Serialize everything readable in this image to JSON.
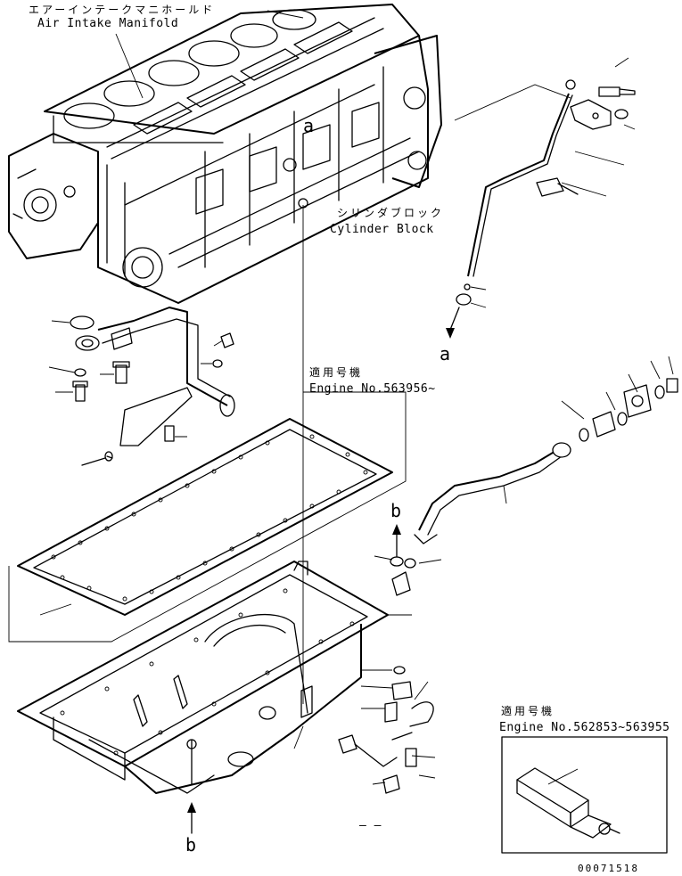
{
  "labels": {
    "manifold_jp": "エアーインテークマニホールド",
    "manifold_en": "Air Intake Manifold",
    "block_jp": "シリンダブロック",
    "block_en": "Cylinder Block",
    "applies_jp_1": "適用号機",
    "engine_range_1": "Engine No.563956~",
    "applies_jp_2": "適用号機",
    "engine_range_2": "Engine No.562853~563955",
    "ref_a_top": "a",
    "ref_a_bottom": "a",
    "ref_b_top": "b",
    "ref_b_bottom": "b",
    "dashes": "– –",
    "drawing_code": "00071518"
  }
}
